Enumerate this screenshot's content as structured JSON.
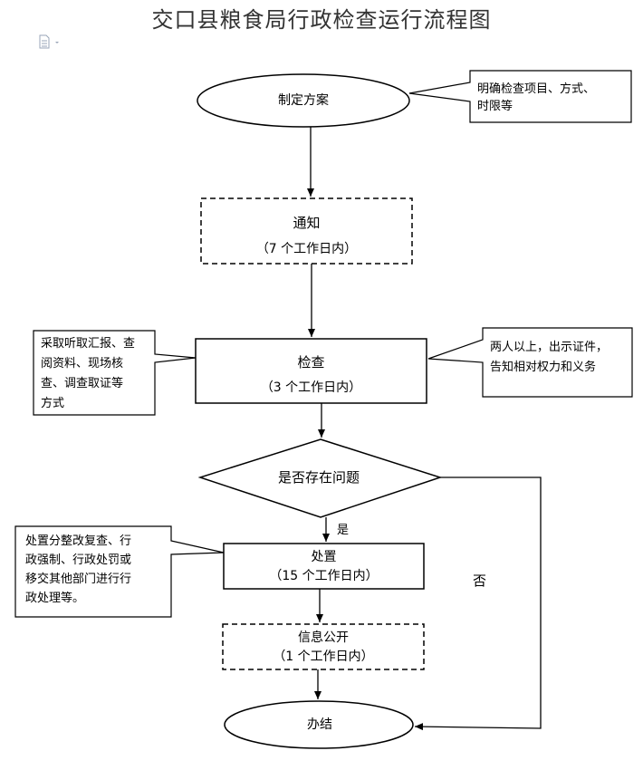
{
  "title": "交口县粮食局行政检查运行流程图",
  "icons": {
    "document": "document-icon",
    "dropdown": "chevron-down-icon"
  },
  "nodes": {
    "plan": "制定方案",
    "notify": {
      "label": "通知",
      "time": "（7 个工作日内）"
    },
    "inspect": {
      "label": "检查",
      "time": "（3 个工作日内）"
    },
    "decision": "是否存在问题",
    "handle": {
      "label": "处置",
      "time": "（15 个工作日内）"
    },
    "disclose": {
      "label": "信息公开",
      "time": "（1 个工作日内）"
    },
    "close": "办结"
  },
  "notes": {
    "plan": [
      "明确检查项目、方式、",
      "时限等"
    ],
    "inspect_method": [
      "采取听取汇报、查",
      "阅资料、现场核",
      "查、调查取证等",
      "方式"
    ],
    "inspect_rule": [
      "两人以上，出示证件，",
      "告知相对权力和义务"
    ],
    "handle_method": [
      "处置分整改复查、行",
      "政强制、行政处罚或",
      "移交其他部门进行行",
      "政处理等。"
    ]
  },
  "edges": {
    "yes": "是",
    "no": "否"
  }
}
